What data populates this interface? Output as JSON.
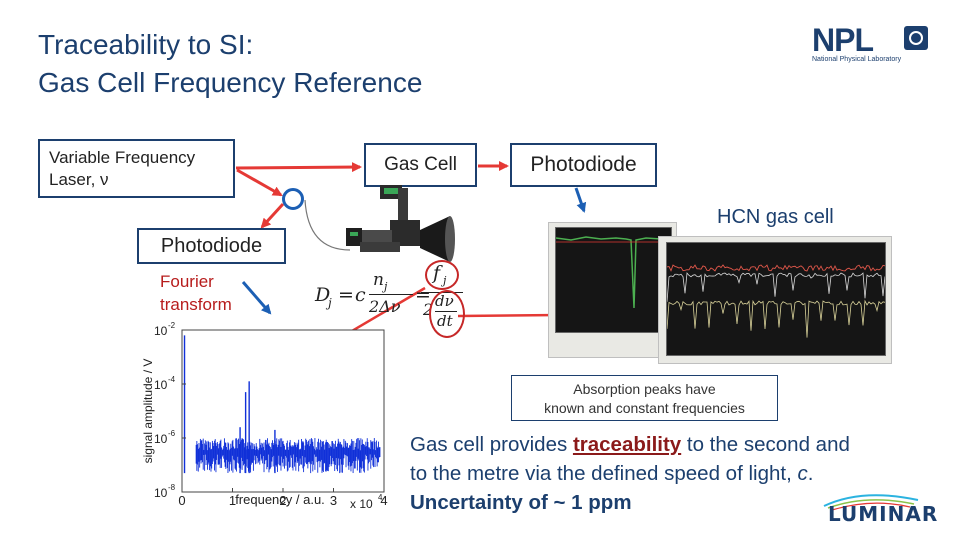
{
  "title": {
    "line1": "Traceability to SI:",
    "line2": "Gas Cell Frequency Reference"
  },
  "logo": {
    "name": "NPL",
    "subtitle": "National Physical Laboratory"
  },
  "laser_box": {
    "line1": "Variable Frequency",
    "line2": "Laser, ν"
  },
  "gas_cell_box": "Gas Cell",
  "photodiode_box_1": "Photodiode",
  "photodiode_box_2": "Photodiode",
  "fourier_label": {
    "line1": "Fourier",
    "line2": "transform"
  },
  "hcn_label": "HCN gas cell",
  "absorption_box": {
    "line1": "Absorption peaks have",
    "line2": "known and constant frequencies"
  },
  "description": {
    "p1": "Gas cell provides ",
    "traceability": "traceability",
    "p2": " to the second and to the metre via the defined speed of light, ",
    "c": "c",
    "p3": ". ",
    "uncertainty": "Uncertainty of ~ 1 ppm"
  },
  "equation": {
    "D": "D",
    "D_sub": "j",
    "eq": "=",
    "c": "c",
    "n": "n",
    "n_sub": "j",
    "two_delta_nu": "2Δν",
    "f": "f",
    "f_sub": "j",
    "two": "2",
    "dv": "dν",
    "dt": "dt"
  },
  "luminar_logo": "LUMINAR",
  "colors": {
    "title": "#1c3f6e",
    "arrow_red": "#e53935",
    "spectrum_blue": "#1030d8",
    "photodiode_ring": "#1c5fb4",
    "highlight_circle": "#c62828"
  },
  "chart_data": {
    "type": "line",
    "xlabel": "frequency / a.u.",
    "ylabel": "signal amplitude / V",
    "x_multiplier": "x 10",
    "x_multiplier_exp": "4",
    "xlim": [
      0,
      4
    ],
    "ylim_log": [
      -8,
      -2
    ],
    "xticks": [
      "0",
      "1",
      "2",
      "3",
      "4"
    ],
    "yticks": [
      {
        "base": "10",
        "exp": "-2"
      },
      {
        "base": "10",
        "exp": "-4"
      },
      {
        "base": "10",
        "exp": "-6"
      },
      {
        "base": "10",
        "exp": "-8"
      }
    ],
    "noise_band_log": [
      -7.3,
      -6.0
    ],
    "noise_xrange": [
      0.28,
      3.92
    ],
    "peaks": [
      {
        "x": 0.05,
        "log_y": -2.2
      },
      {
        "x": 1.15,
        "log_y": -5.6
      },
      {
        "x": 1.26,
        "log_y": -4.3
      },
      {
        "x": 1.33,
        "log_y": -3.9
      },
      {
        "x": 1.84,
        "log_y": -5.7
      }
    ]
  }
}
